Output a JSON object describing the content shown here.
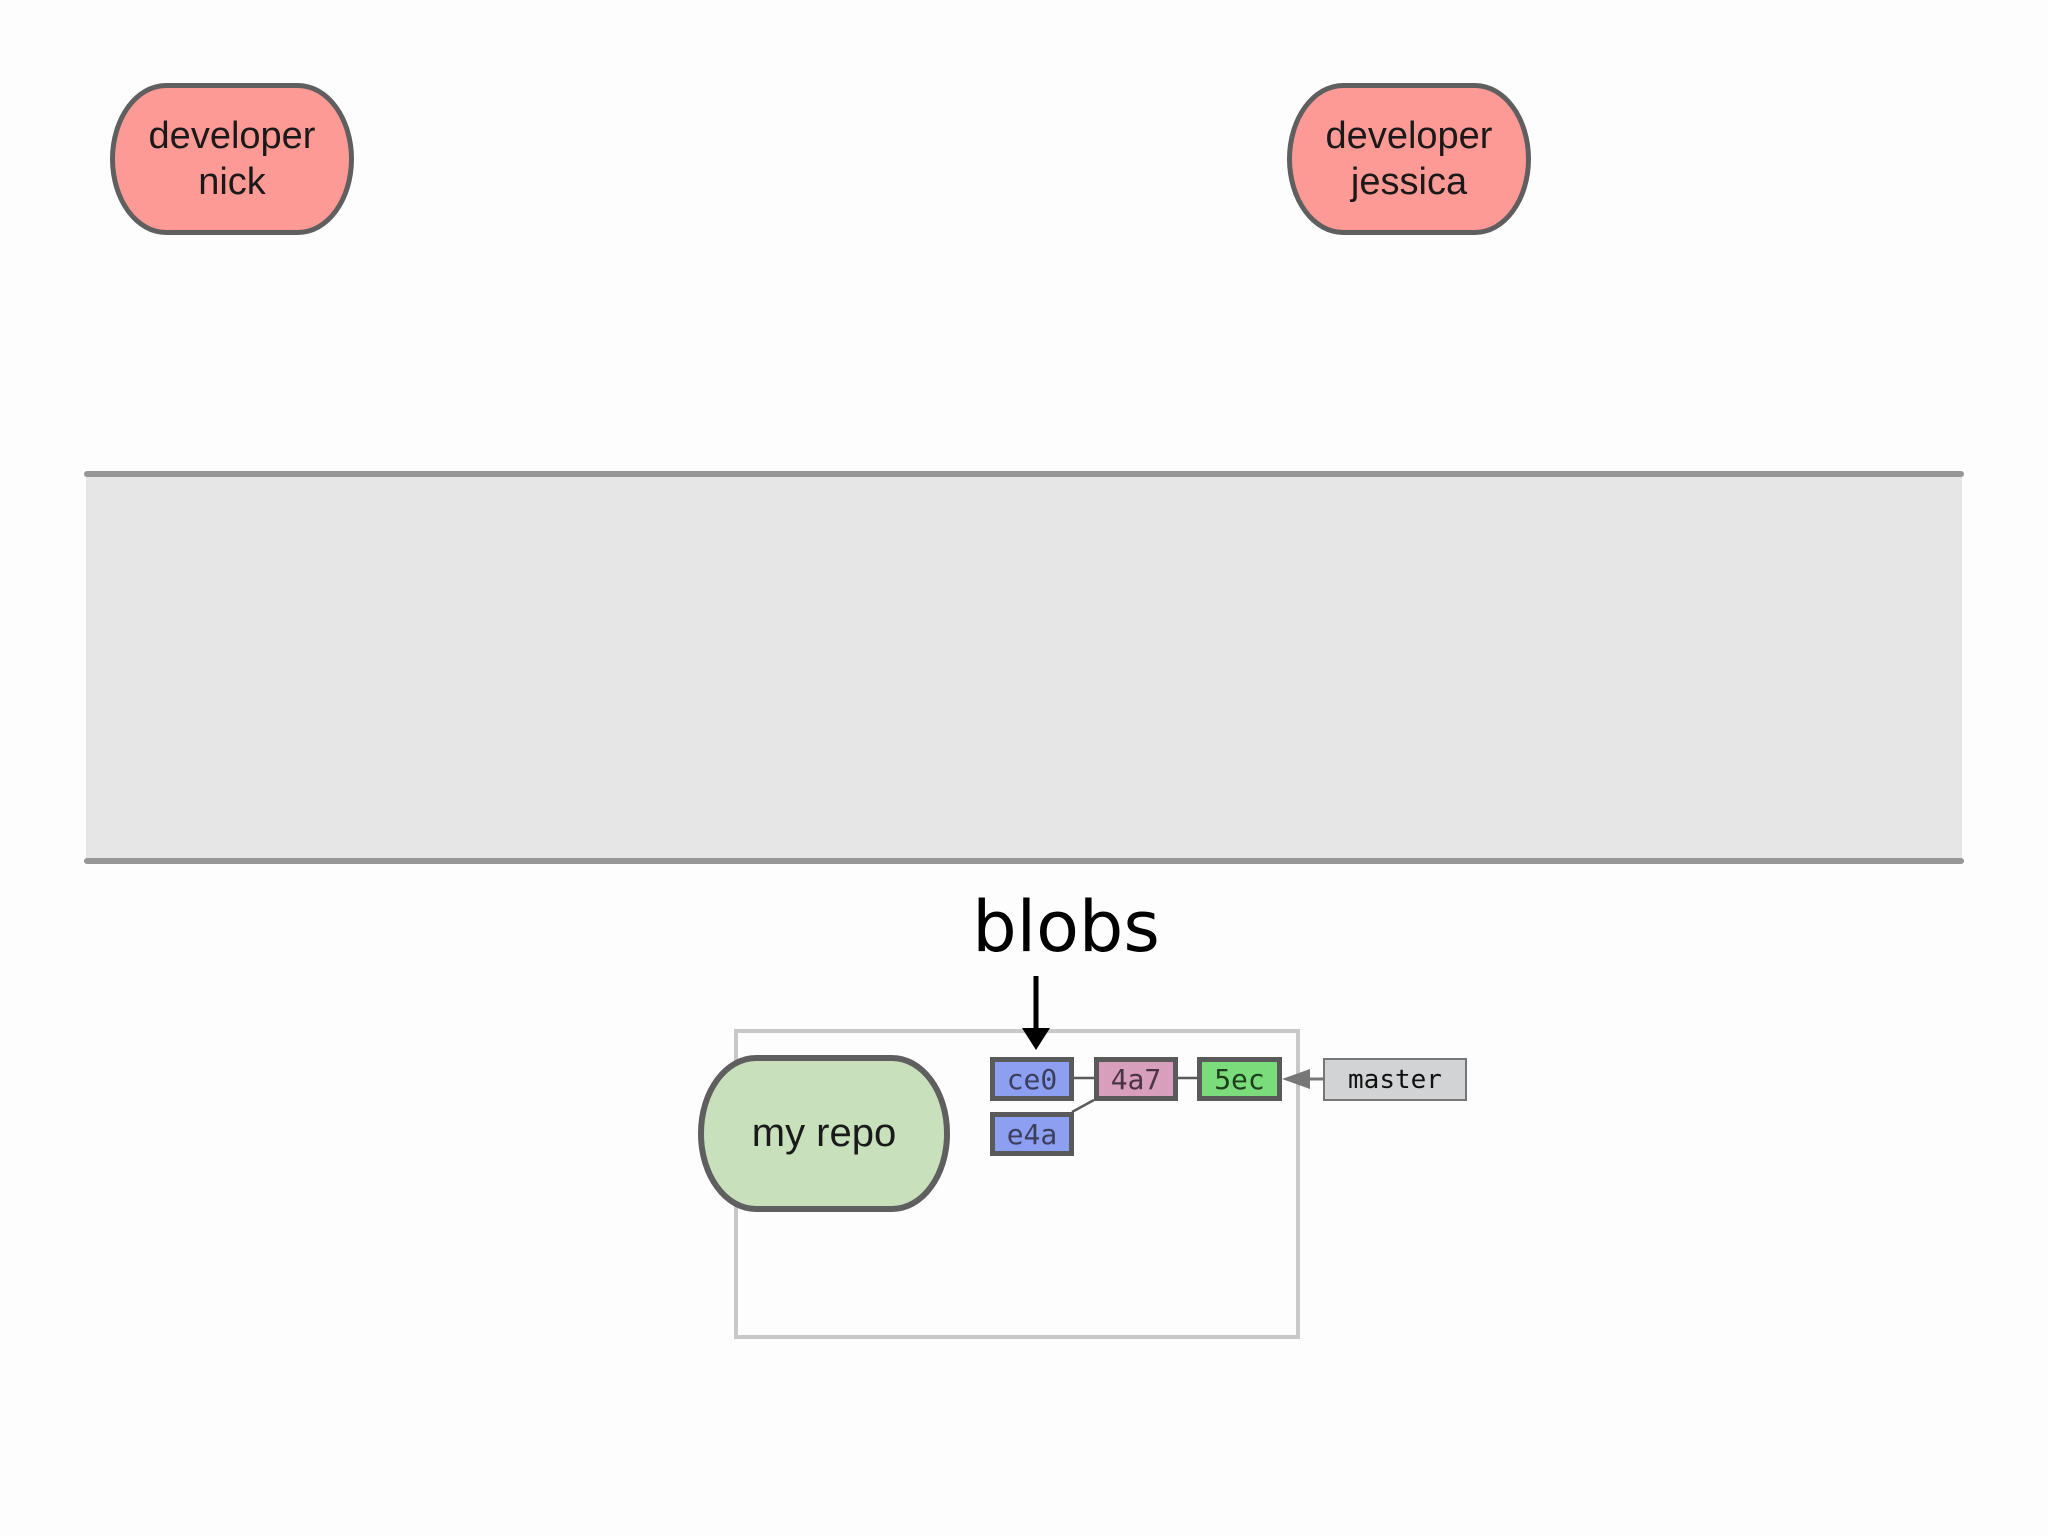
{
  "developers": [
    {
      "line1": "developer",
      "line2": "nick"
    },
    {
      "line1": "developer",
      "line2": "jessica"
    }
  ],
  "blobs_label": "blobs",
  "repo": {
    "label": "my repo",
    "objects": {
      "blob_1": "ce0",
      "blob_2": "e4a",
      "tree": "4a7",
      "commit": "5ec"
    },
    "branch": "master"
  },
  "colors": {
    "developer_fill": "#fe9a95",
    "repo_fill": "#c8e0bc",
    "blob_fill": "#8c9ff0",
    "tree_fill": "#d79fbb",
    "commit_fill": "#7bdc7b",
    "ref_fill": "#d1d3d4",
    "band_fill": "#e7e6e7"
  }
}
